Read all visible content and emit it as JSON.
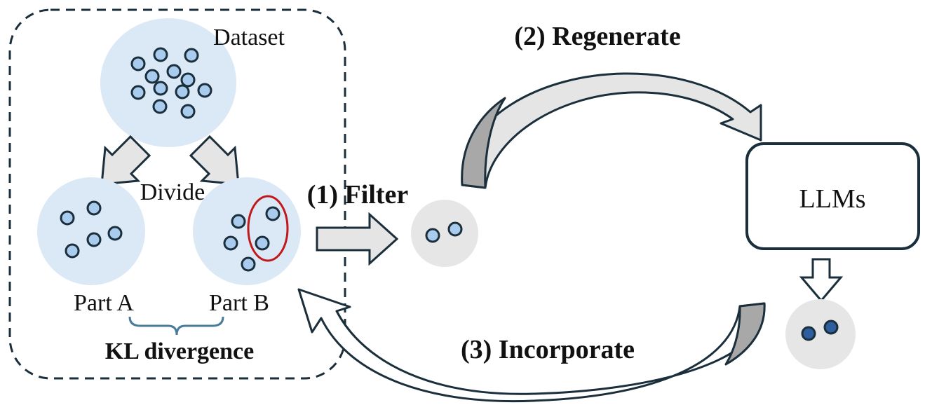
{
  "labels": {
    "dataset": "Dataset",
    "divide": "Divide",
    "part_a": "Part A",
    "part_b": "Part B",
    "kl": "KL divergence",
    "llms": "LLMs"
  },
  "steps": {
    "filter": "(1) Filter",
    "regenerate": "(2) Regenerate",
    "incorporate": "(3) Incorporate"
  },
  "colors": {
    "cluster_fill": "#dbe8f6",
    "dot_fill": "#a9ccee",
    "dot_dark": "#2e5e9e",
    "filtered_bg": "#e6e6e6",
    "arrow_fill": "#e5e5e5",
    "arrow_shade": "#a8a8a8",
    "highlight_ring": "#c0181b",
    "outline": "#1a2e3b",
    "brace": "#4a7a9a"
  }
}
